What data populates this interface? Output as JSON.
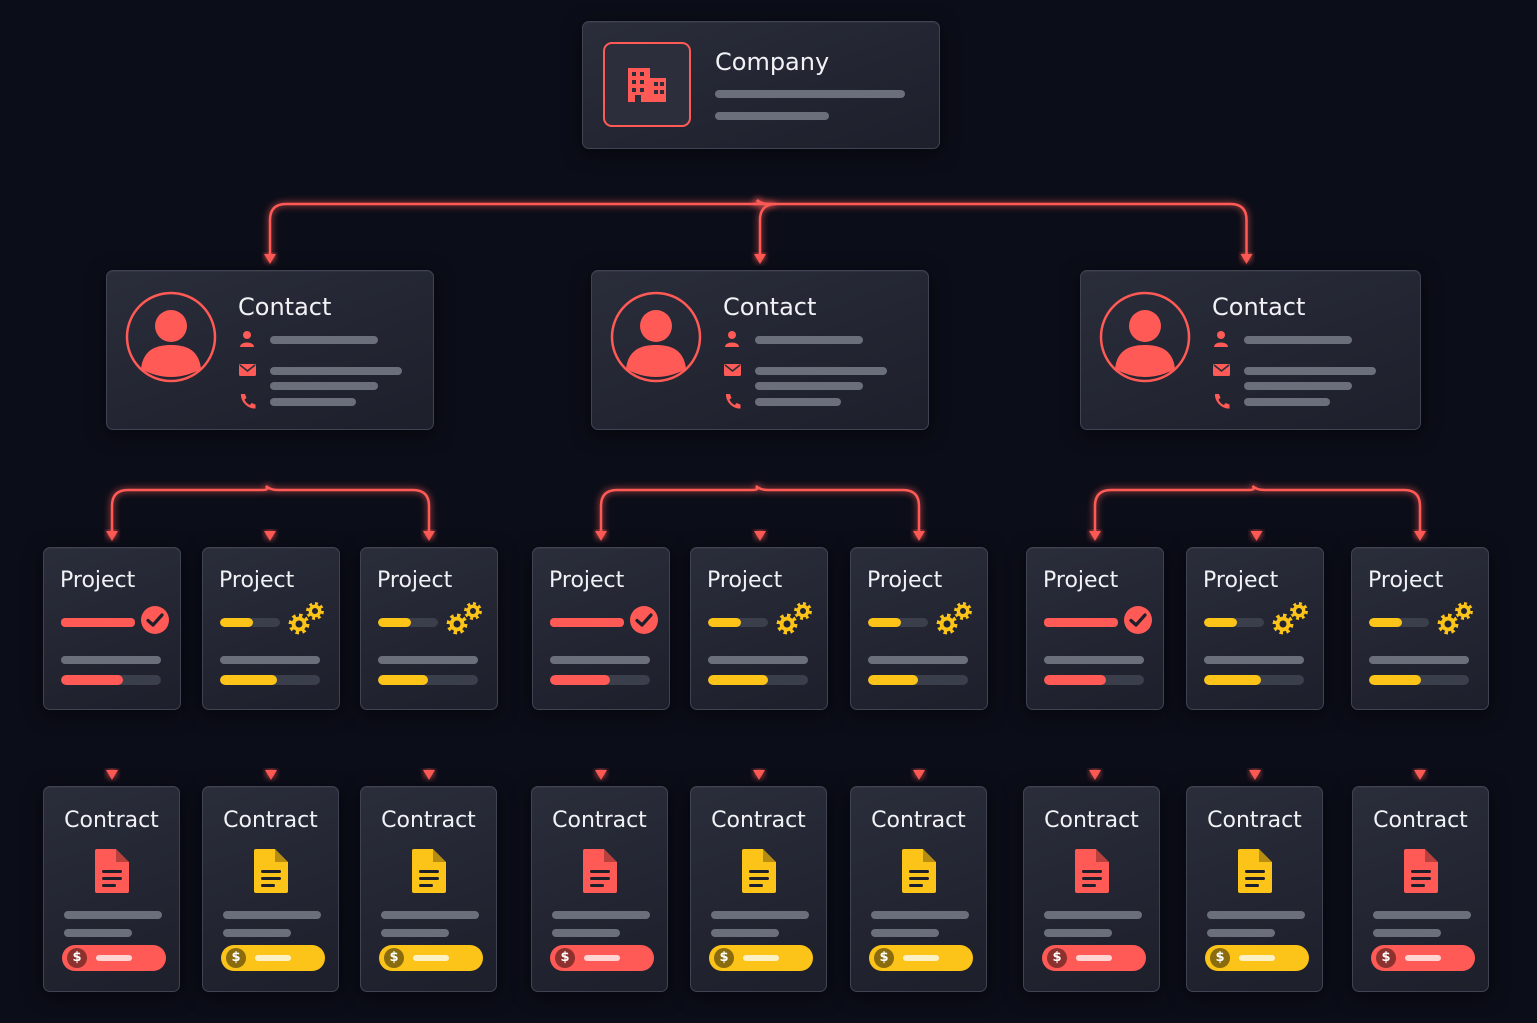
{
  "colors": {
    "background": "#0b0d18",
    "connector": "#ff5a55",
    "accent_red": "#ff5a55",
    "accent_yellow": "#fcc419",
    "bar_gray": "#6b6f7c",
    "track": "#3b3e4b"
  },
  "company": {
    "title": "Company",
    "icon": "building-icon"
  },
  "contacts": [
    {
      "title": "Contact",
      "icon": "user-avatar-icon",
      "fields": [
        "person-icon",
        "mail-icon",
        "phone-icon"
      ]
    },
    {
      "title": "Contact",
      "icon": "user-avatar-icon",
      "fields": [
        "person-icon",
        "mail-icon",
        "phone-icon"
      ]
    },
    {
      "title": "Contact",
      "icon": "user-avatar-icon",
      "fields": [
        "person-icon",
        "mail-icon",
        "phone-icon"
      ]
    }
  ],
  "projects": [
    {
      "title": "Project",
      "status": "complete",
      "status_icon": "check-circle-icon",
      "color": "#ff5a55",
      "progress": 0.62
    },
    {
      "title": "Project",
      "status": "in-progress",
      "status_icon": "gears-icon",
      "color": "#fcc419",
      "progress": 0.57
    },
    {
      "title": "Project",
      "status": "in-progress",
      "status_icon": "gears-icon",
      "color": "#fcc419",
      "progress": 0.5
    },
    {
      "title": "Project",
      "status": "complete",
      "status_icon": "check-circle-icon",
      "color": "#ff5a55",
      "progress": 0.6
    },
    {
      "title": "Project",
      "status": "in-progress",
      "status_icon": "gears-icon",
      "color": "#fcc419",
      "progress": 0.6
    },
    {
      "title": "Project",
      "status": "in-progress",
      "status_icon": "gears-icon",
      "color": "#fcc419",
      "progress": 0.5
    },
    {
      "title": "Project",
      "status": "complete",
      "status_icon": "check-circle-icon",
      "color": "#ff5a55",
      "progress": 0.62
    },
    {
      "title": "Project",
      "status": "in-progress",
      "status_icon": "gears-icon",
      "color": "#fcc419",
      "progress": 0.57
    },
    {
      "title": "Project",
      "status": "in-progress",
      "status_icon": "gears-icon",
      "color": "#fcc419",
      "progress": 0.52
    }
  ],
  "contracts": [
    {
      "title": "Contract",
      "icon": "document-icon",
      "color": "#ff5a55"
    },
    {
      "title": "Contract",
      "icon": "document-icon",
      "color": "#fcc419"
    },
    {
      "title": "Contract",
      "icon": "document-icon",
      "color": "#fcc419"
    },
    {
      "title": "Contract",
      "icon": "document-icon",
      "color": "#ff5a55"
    },
    {
      "title": "Contract",
      "icon": "document-icon",
      "color": "#fcc419"
    },
    {
      "title": "Contract",
      "icon": "document-icon",
      "color": "#fcc419"
    },
    {
      "title": "Contract",
      "icon": "document-icon",
      "color": "#ff5a55"
    },
    {
      "title": "Contract",
      "icon": "document-icon",
      "color": "#fcc419"
    },
    {
      "title": "Contract",
      "icon": "document-icon",
      "color": "#ff5a55"
    }
  ],
  "dollar_symbol": "$"
}
